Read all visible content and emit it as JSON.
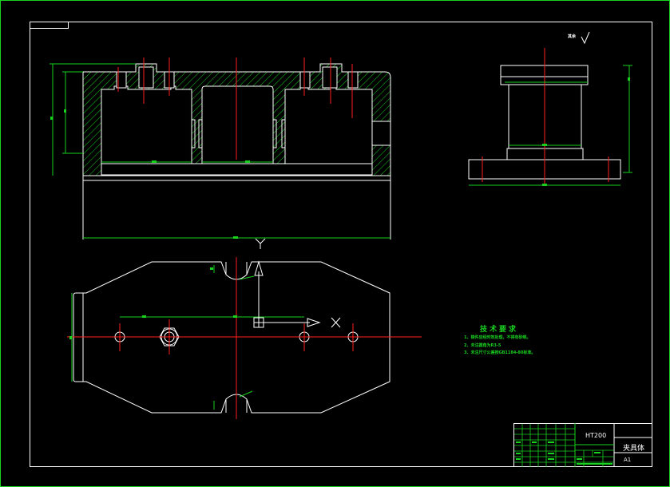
{
  "drawing": {
    "background": "#000000",
    "outline_color": "#ffffff",
    "centerline_color": "#ff2020",
    "dimension_color": "#19d11f",
    "hatch_color": "#19d11f",
    "axis_label_y": "Y",
    "axis_label_x": "X",
    "roughness_label": "其余"
  },
  "tech_requirements": {
    "title": "技术要求",
    "items": [
      "1、铸件应经时效处理，不得有砂眼。",
      "2、未注圆角为R3-5",
      "3、未注尺寸公差按GB1184-80标准。"
    ]
  },
  "title_block": {
    "material": "HT200",
    "part_name": "夹具体",
    "scale": "A1"
  }
}
